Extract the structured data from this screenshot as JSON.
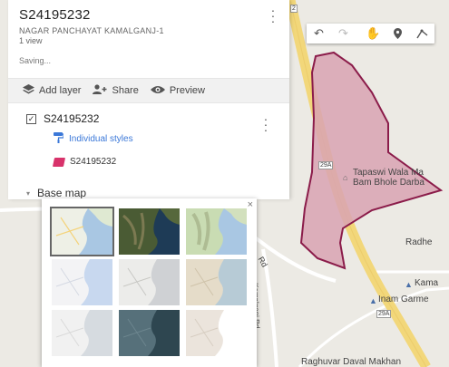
{
  "panel": {
    "title": "S24195232",
    "description": "NAGAR PANCHAYAT KAMALGANJ-1",
    "views": "1 view",
    "status": "Saving...",
    "actions": {
      "add_layer": "Add layer",
      "share": "Share",
      "preview": "Preview"
    },
    "layer": {
      "name": "S24195232",
      "styles_label": "Individual styles",
      "feature_name": "S24195232",
      "feature_color": "#d8336b"
    },
    "basemap_label": "Base map"
  },
  "map": {
    "labels": {
      "poi_1_line1": "Tapaswi Wala Ma",
      "poi_1_line2": "Bam Bhole Darba",
      "radhe": "Radhe",
      "kama": "Kama",
      "inam": "Inam Garme",
      "raghuvar": "Raghuvar Daval Makhan",
      "kamalganj_rd": "Kamalganj Rd",
      "rd": "Rd",
      "shield_1": "29A",
      "shield_2": "29A"
    },
    "polygon_fill": "#d9a3b3",
    "polygon_stroke": "#8b1c4a",
    "road_color": "#f2d77a"
  },
  "basemaps": {
    "close_symbol": "×",
    "options": [
      {
        "name": "map",
        "selected": true
      },
      {
        "name": "satellite",
        "selected": false
      },
      {
        "name": "terrain",
        "selected": false
      },
      {
        "name": "light-political",
        "selected": false
      },
      {
        "name": "mono-city",
        "selected": false
      },
      {
        "name": "simple-atlas",
        "selected": false
      },
      {
        "name": "light-landmass",
        "selected": false
      },
      {
        "name": "dark-landmass",
        "selected": false
      },
      {
        "name": "whitewater",
        "selected": false
      }
    ]
  },
  "toolbar": {
    "undo": "↶",
    "redo": "↷",
    "pan": "✋",
    "marker": "📍",
    "line": "⟡"
  }
}
